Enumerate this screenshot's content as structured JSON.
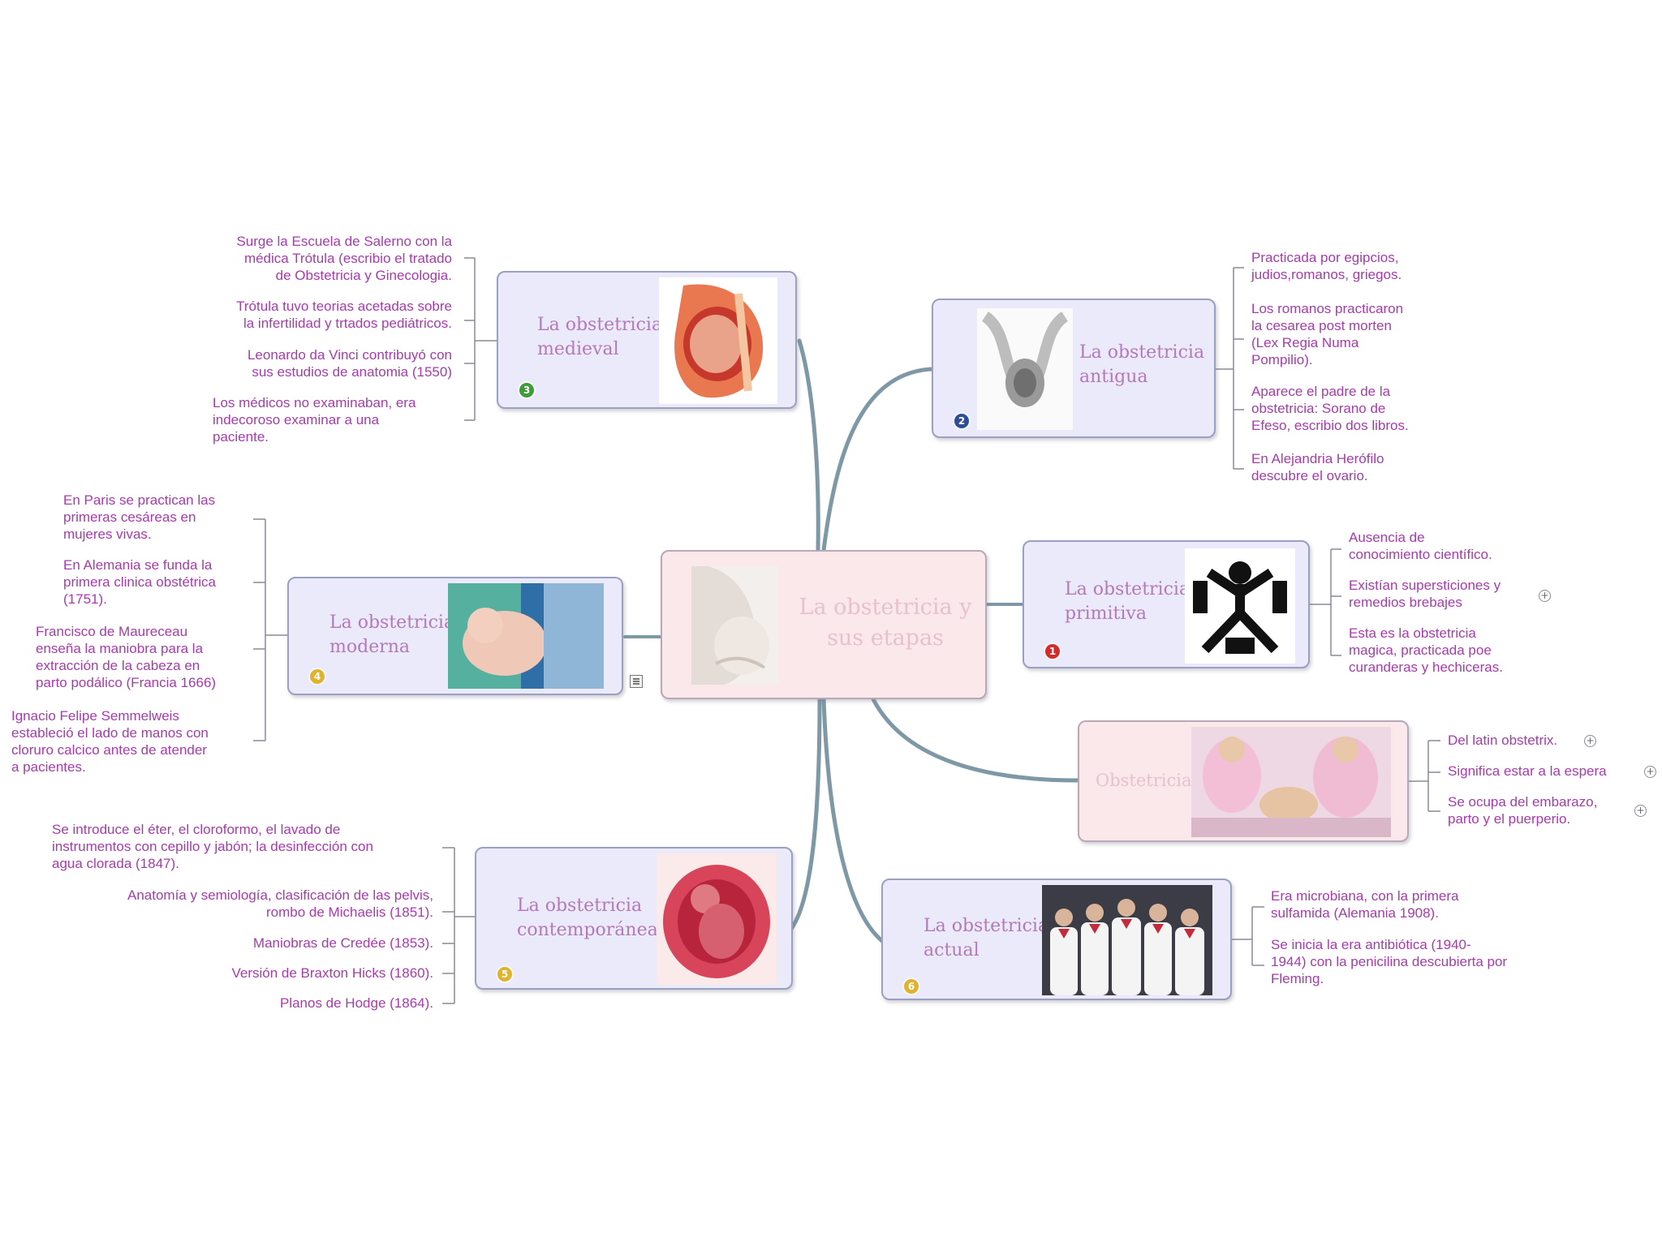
{
  "colors": {
    "connector": "#7e98a6",
    "leaf_text": "#a53cab",
    "node_title": "#b479b8",
    "center_title": "#e6c1cf",
    "node_lavender": "#ebeafb",
    "node_pink": "#fbe8ea",
    "badge_1": "#d42a2a",
    "badge_2": "#2d4e96",
    "badge_3": "#3f9a3a",
    "badge_4_6": "#e0b32e"
  },
  "central": {
    "title_line1": "La obstetricia y",
    "title_line2": "sus etapas",
    "image": "pregnant-belly-photo"
  },
  "primitiva": {
    "title_line1": "La obstetricia",
    "title_line2": "primitiva",
    "badge": "1",
    "image": "ancient-birth-figure-drawing",
    "leaves": [
      [
        "Ausencia de",
        "conocimiento científico."
      ],
      [
        "Existían supersticiones y",
        "remedios brebajes"
      ],
      [
        "Esta es la obstetricia",
        "magica, practicada poe",
        "curanderas y hechiceras."
      ]
    ]
  },
  "antigua": {
    "title_line1": "La obstetricia",
    "title_line2": "antigua",
    "badge": "2",
    "image": "fetus-in-uterus-sketch",
    "leaves": [
      [
        "Practicada por egipcios,",
        "judios,romanos, griegos."
      ],
      [
        "Los romanos practicaron",
        "la cesarea post morten",
        "(Lex Regia Numa",
        "Pompilio)."
      ],
      [
        "Aparece el padre de la",
        "obstetricia: Sorano de",
        "Efeso, escribio dos libros."
      ],
      [
        "En Alejandria Herófilo",
        "descubre el ovario."
      ]
    ]
  },
  "medieval": {
    "title_line1": "La obstetricia",
    "title_line2": "medieval",
    "badge": "3",
    "image": "pregnancy-anatomy-illustration",
    "leaves": [
      [
        "Surge la Escuela de Salerno con la",
        "médica Trótula (escribio el tratado",
        "de Obstetricia y Ginecologia."
      ],
      [
        "Trótula tuvo teorias acetadas sobre",
        "la infertilidad y trtados pediátricos."
      ],
      [
        "Leonardo da Vinci  contribuyó con",
        "sus estudios de anatomia (1550)"
      ],
      [
        "Los médicos no examinaban, era",
        "indecoroso examinar a una",
        "paciente."
      ]
    ]
  },
  "moderna": {
    "title_line1": "La obstetricia",
    "title_line2": "moderna",
    "badge": "4",
    "image": "newborn-baby-photo",
    "leaves": [
      [
        "En Paris se practican las",
        "primeras cesáreas en",
        "mujeres vivas."
      ],
      [
        "En Alemania se funda la",
        "primera clinica obstétrica",
        "(1751)."
      ],
      [
        "Francisco de Maureceau",
        "enseña la maniobra para la",
        "extracción de la cabeza en",
        "parto podálico (Francia 1666)"
      ],
      [
        "Ignacio Felipe Semmelweis",
        "estableció el lado de manos con",
        "cloruro calcico antes de atender",
        "a pacientes."
      ]
    ]
  },
  "contemporanea": {
    "title_line1": "La obstetricia",
    "title_line2": "contemporánea",
    "badge": "5",
    "image": "fetus-in-womb-photo",
    "leaves": [
      [
        "Se introduce el éter, el cloroformo, el lavado de",
        "instrumentos con cepillo y jabón; la desinfección con",
        "agua clorada (1847)."
      ],
      [
        "Anatomía y semiología, clasificación de las pelvis,",
        "rombo de Michaelis (1851)."
      ],
      [
        "Maniobras de Credée (1853)."
      ],
      [
        "Versión de Braxton Hicks (1860)."
      ],
      [
        "Planos de Hodge (1864)."
      ]
    ]
  },
  "actual": {
    "title_line1": "La obstetricia",
    "title_line2": "actual",
    "badge": "6",
    "image": "medical-staff-group-photo",
    "leaves": [
      [
        "Era microbiana, con la primera",
        "sulfamida (Alemania 1908)."
      ],
      [
        "Se inicia la era antibiótica (1940-",
        "1944) con la penicilina descubierta por",
        "Fleming."
      ]
    ]
  },
  "obstetricia": {
    "title": "Obstetricia",
    "image": "nurses-with-newborns-photo",
    "leaves": [
      [
        "Del latin obstetrix."
      ],
      [
        "Significa estar a la espera"
      ],
      [
        "Se ocupa del embarazo,",
        "parto y el puerperio."
      ]
    ]
  },
  "icons": [
    "expand-plus-icon",
    "note-icon"
  ]
}
